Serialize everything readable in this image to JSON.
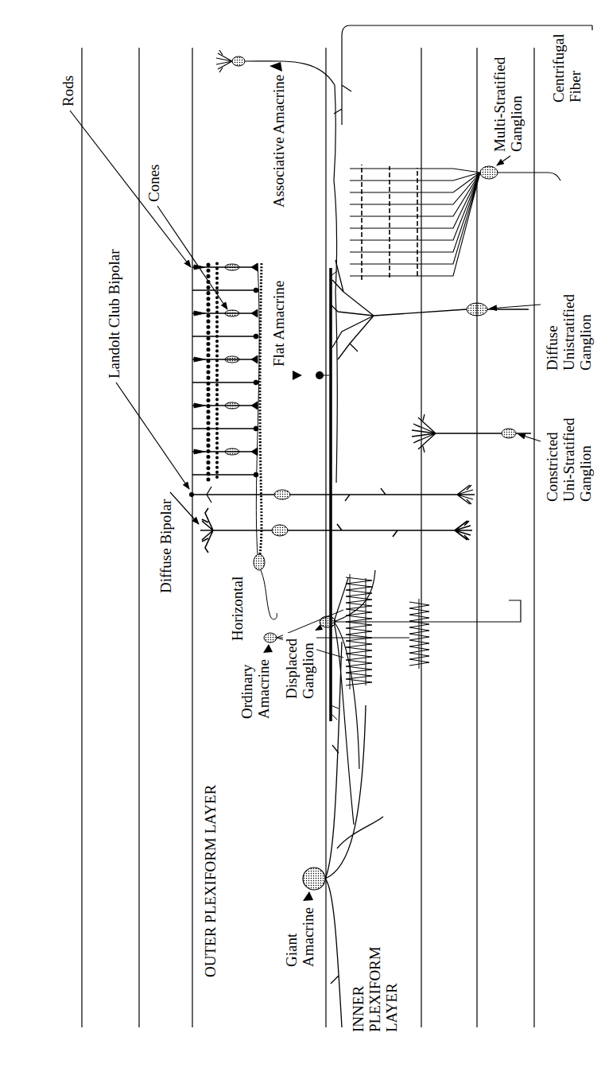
{
  "diagram": {
    "labels": [
      "Rods",
      "Cones",
      "Landolt Club Bipolar",
      "Diffuse Bipolar",
      "OUTER PLEXIFORM LAYER",
      "Horizontal",
      "Associative Amacrine",
      "Centrifugal Fiber",
      "Flat Amacrine",
      "Multi-Stratified Ganglion",
      "Ordinary Amacrine",
      "Diffuse Unistratified Ganglion",
      "Constricted Uni-Stratified Ganglion",
      "Displaced Ganglion",
      "Giant Amacrine",
      "INNER PLEXIFORM LAYER"
    ]
  }
}
